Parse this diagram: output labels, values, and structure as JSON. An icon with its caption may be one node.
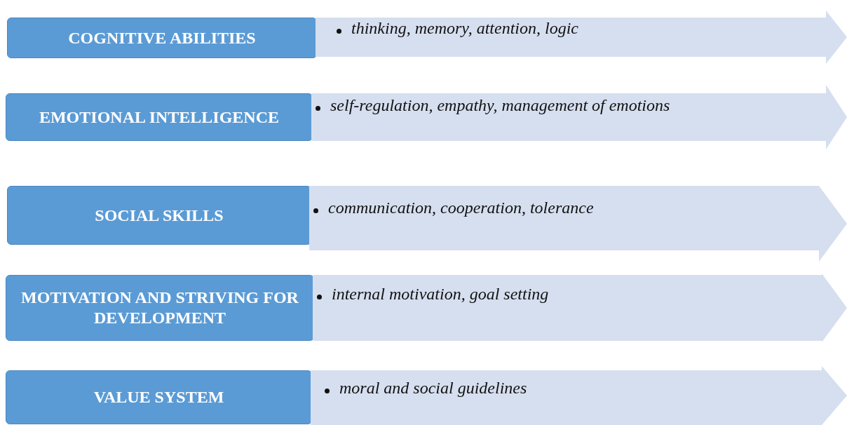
{
  "diagram": {
    "nodes": [
      {
        "text": [
          "COGNITIVE ABILITIES"
        ]
      },
      {
        "text": [
          "thinking, memory, attention, logic"
        ]
      },
      {
        "text": [
          "EMOTIONAL INTELLIGENCE"
        ]
      },
      {
        "text": [
          "self-regulation, empathy, management of emotions"
        ]
      },
      {
        "text": [
          "SOCIAL SKILLS"
        ]
      },
      {
        "text": [
          "communication, cooperation, tolerance"
        ]
      },
      {
        "text": [
          "MOTIVATION AND STRIVING FOR DEVELOPMENT"
        ]
      },
      {
        "text": [
          "internal motivation, goal setting"
        ]
      },
      {
        "text": [
          "VALUE SYSTEM"
        ]
      },
      {
        "text": [
          "moral and social guidelines"
        ]
      }
    ]
  }
}
